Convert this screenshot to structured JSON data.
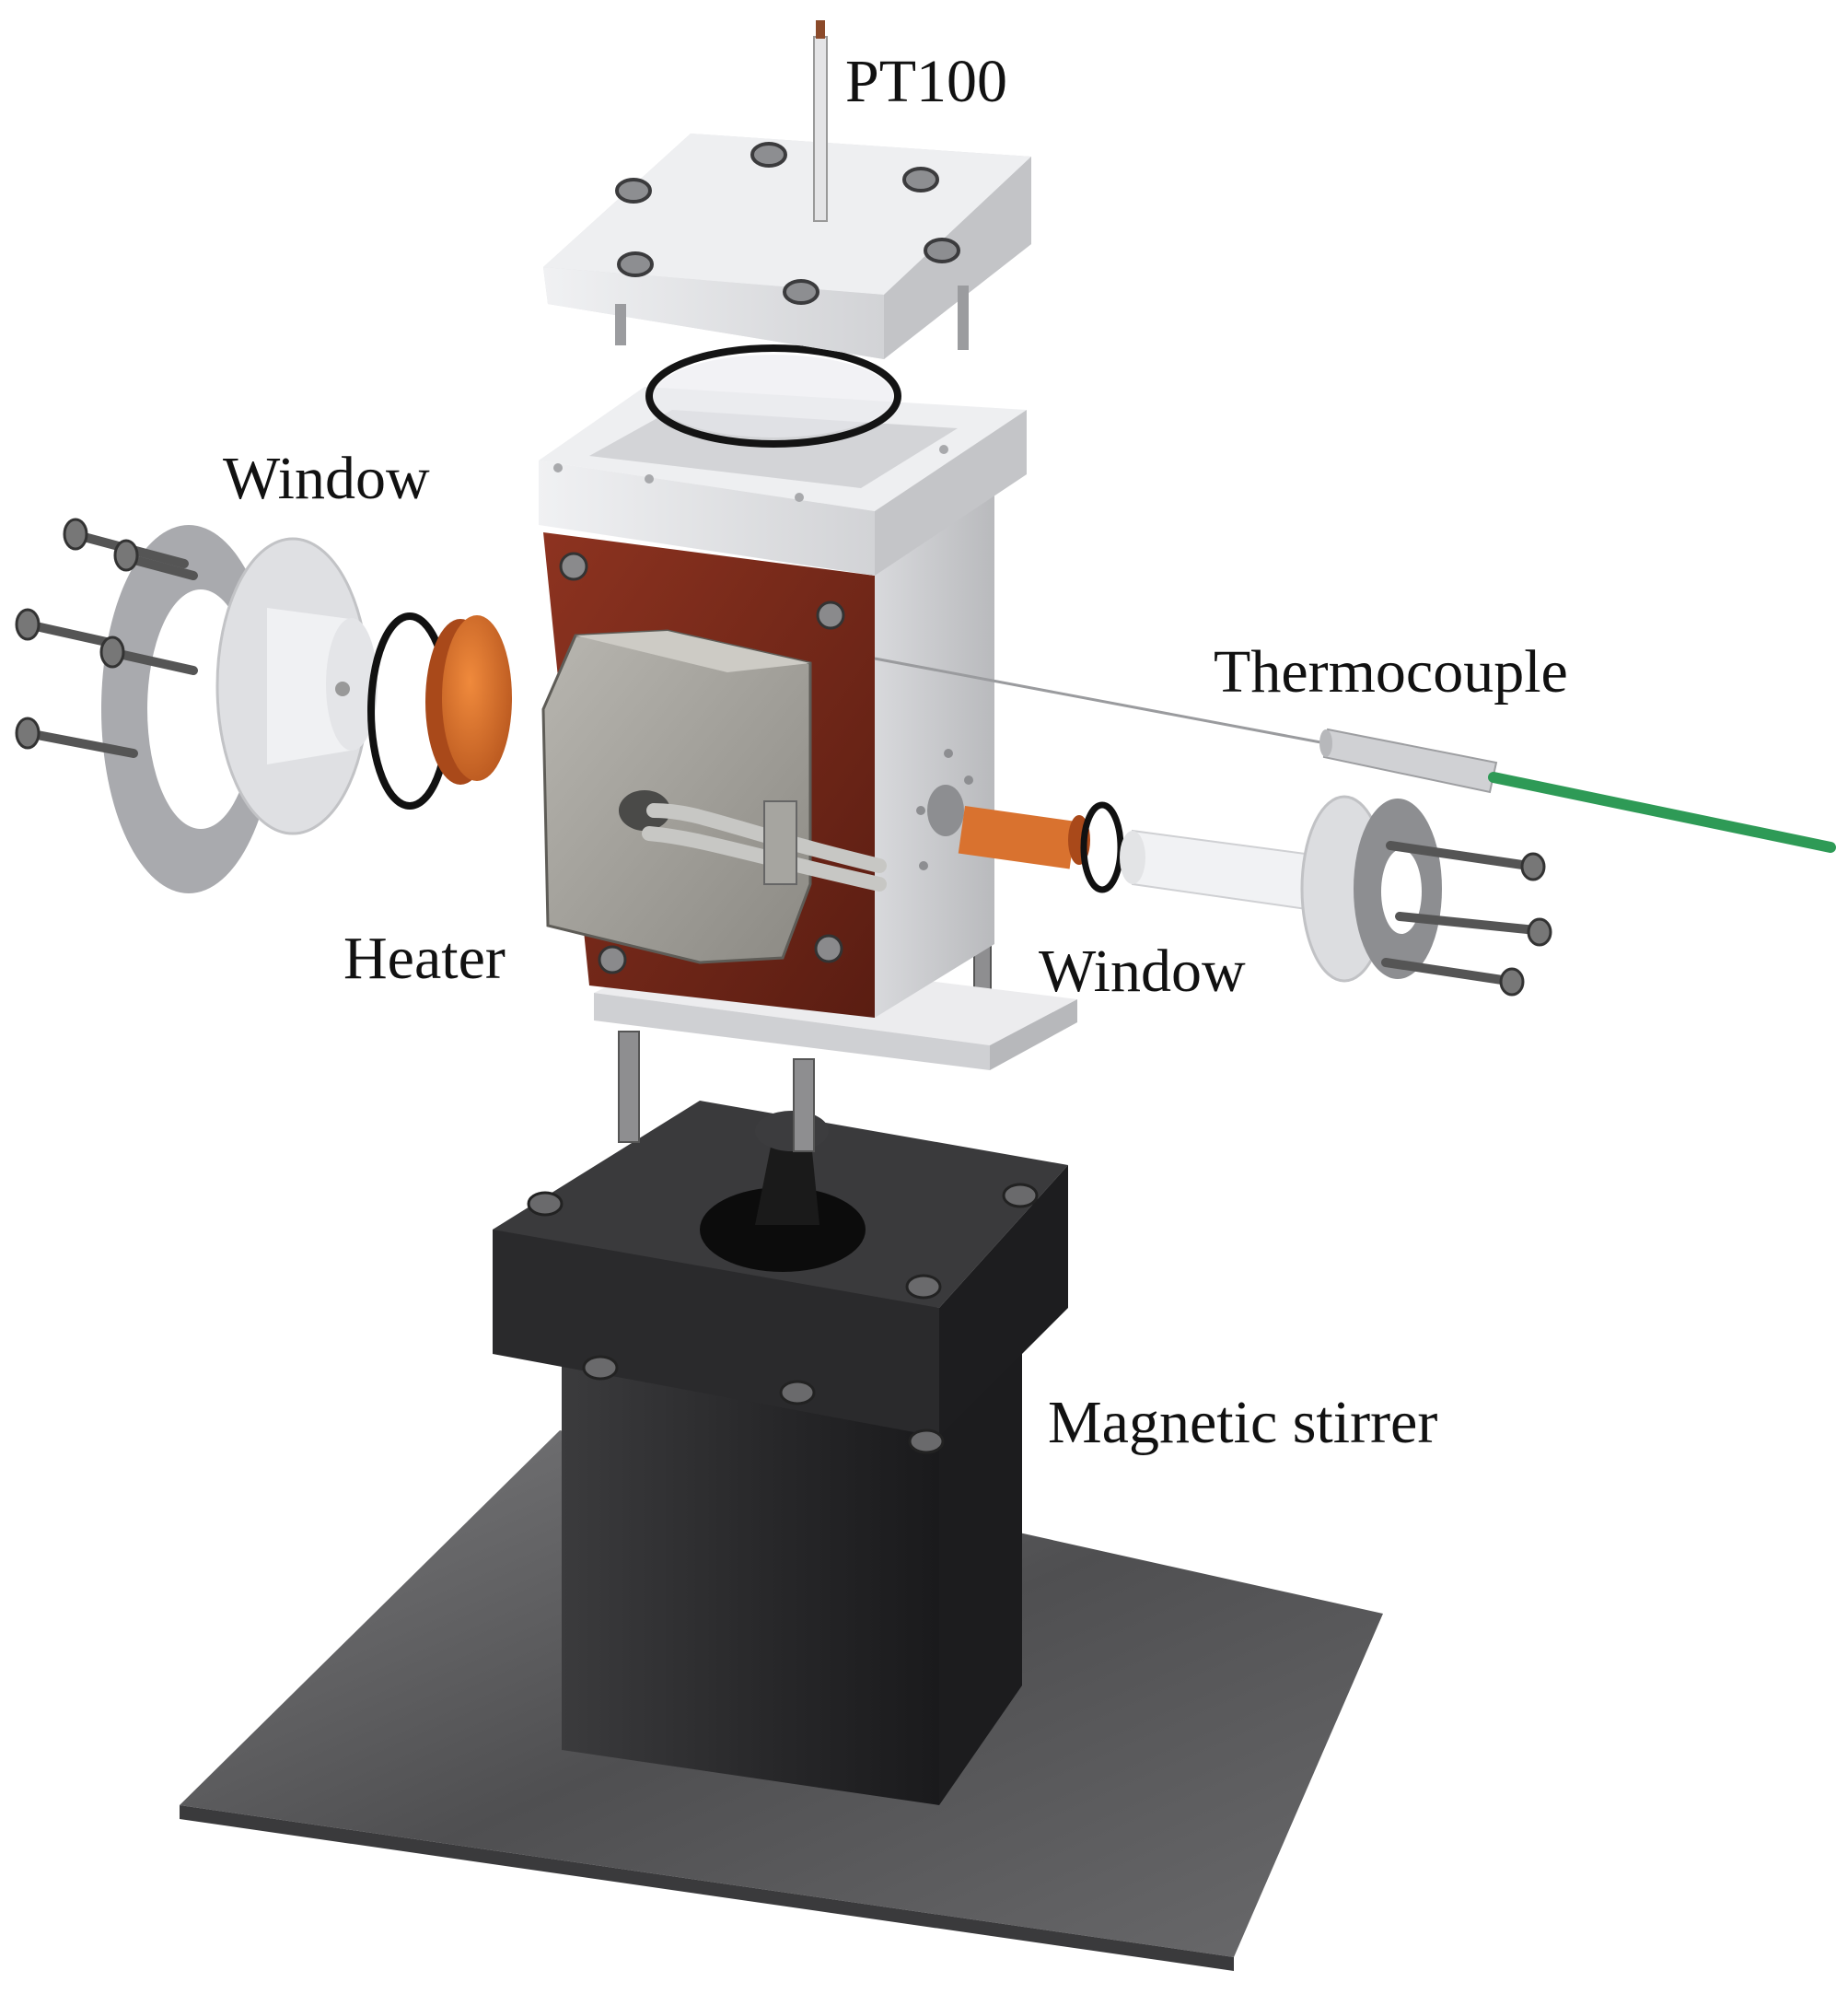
{
  "labels": {
    "pt100": "PT100",
    "window_left": "Window",
    "thermocouple": "Thermocouple",
    "heater": "Heater",
    "window_right": "Window",
    "stirrer": "Magnetic stirrer"
  },
  "colors": {
    "background": "#ffffff",
    "aluminum": "#e3e4e6",
    "copper_heater_block": "#7a2a1a",
    "orange_window": "#d9722f",
    "thermocouple_wire": "#2e9a56",
    "stirrer_body": "#2c2c2e",
    "base_plate": "#5e5e60",
    "oring": "#111111"
  }
}
